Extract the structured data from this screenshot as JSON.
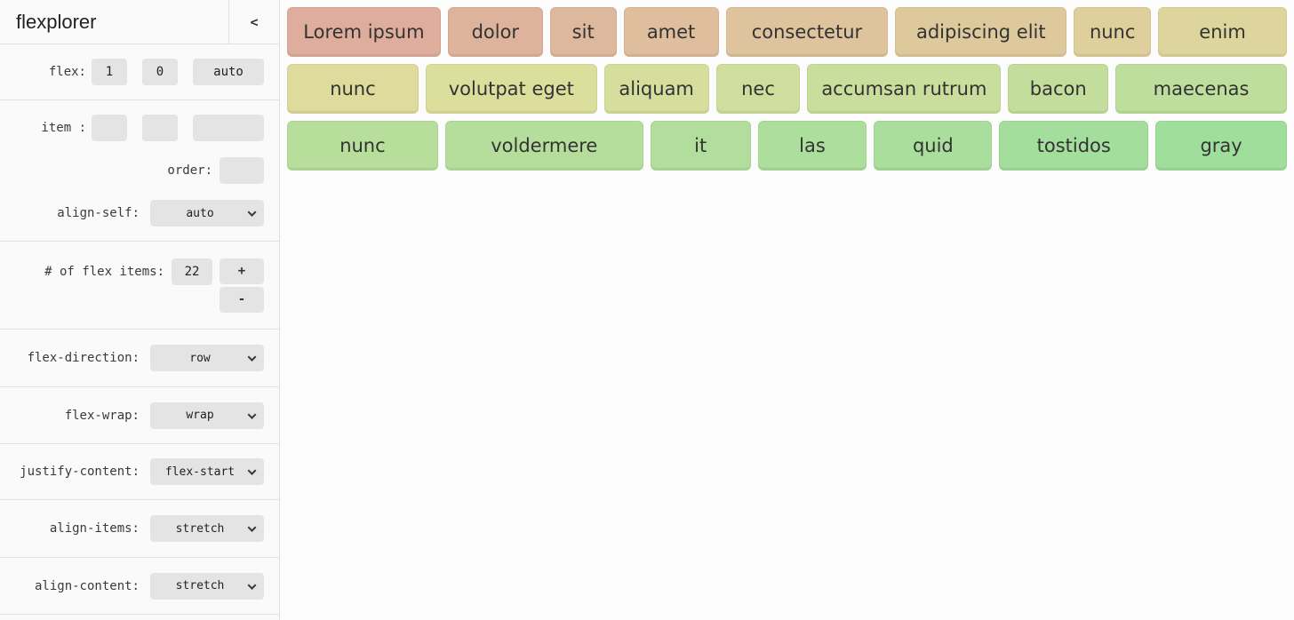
{
  "header": {
    "title": "flexplorer",
    "collapse_label": "<"
  },
  "controls": {
    "flex": {
      "label": "flex:",
      "grow": "1",
      "shrink": "0",
      "basis": "auto"
    },
    "item": {
      "label": "item :",
      "values": [
        "",
        "",
        ""
      ]
    },
    "order": {
      "label": "order:",
      "value": ""
    },
    "align_self": {
      "label": "align-self:",
      "value": "auto"
    },
    "count": {
      "label": "# of flex items:",
      "value": "22",
      "plus": "+",
      "minus": "-"
    },
    "flex_direction": {
      "label": "flex-direction:",
      "value": "row"
    },
    "flex_wrap": {
      "label": "flex-wrap:",
      "value": "wrap"
    },
    "justify_content": {
      "label": "justify-content:",
      "value": "flex-start"
    },
    "align_items": {
      "label": "align-items:",
      "value": "stretch"
    },
    "align_content": {
      "label": "align-content:",
      "value": "stretch"
    }
  },
  "flex_items": [
    {
      "label": "Lorem ipsum",
      "color": "#dead9c",
      "basis": 158
    },
    {
      "label": "dolor",
      "color": "#deb39c",
      "basis": 92
    },
    {
      "label": "sit",
      "color": "#deb89c",
      "basis": 60
    },
    {
      "label": "amet",
      "color": "#debe9c",
      "basis": 92
    },
    {
      "label": "consectetur",
      "color": "#dec39c",
      "basis": 168
    },
    {
      "label": "adipiscing elit",
      "color": "#dec99c",
      "basis": 178
    },
    {
      "label": "nunc",
      "color": "#decf9c",
      "basis": 72
    },
    {
      "label": "enim",
      "color": "#ded59c",
      "basis": 130
    },
    {
      "label": "nunc",
      "color": "#dedb9c",
      "basis": 135
    },
    {
      "label": "volutpat eget",
      "color": "#dcde9c",
      "basis": 180
    },
    {
      "label": "aliquam",
      "color": "#d5de9c",
      "basis": 105
    },
    {
      "label": "nec",
      "color": "#cfde9c",
      "basis": 82
    },
    {
      "label": "accumsan rutrum",
      "color": "#c9de9c",
      "basis": 205
    },
    {
      "label": "bacon",
      "color": "#c3de9c",
      "basis": 100
    },
    {
      "label": "maecenas",
      "color": "#bdde9c",
      "basis": 180
    },
    {
      "label": "nunc",
      "color": "#b8de9c",
      "basis": 132
    },
    {
      "label": "voldermere",
      "color": "#b5de9c",
      "basis": 185
    },
    {
      "label": "it",
      "color": "#b1de9c",
      "basis": 75
    },
    {
      "label": "las",
      "color": "#acde9c",
      "basis": 85
    },
    {
      "label": "quid",
      "color": "#a9de9c",
      "basis": 95
    },
    {
      "label": "tostidos",
      "color": "#a4de9c",
      "basis": 130
    },
    {
      "label": "gray",
      "color": "#a0de9c",
      "basis": 110
    }
  ]
}
